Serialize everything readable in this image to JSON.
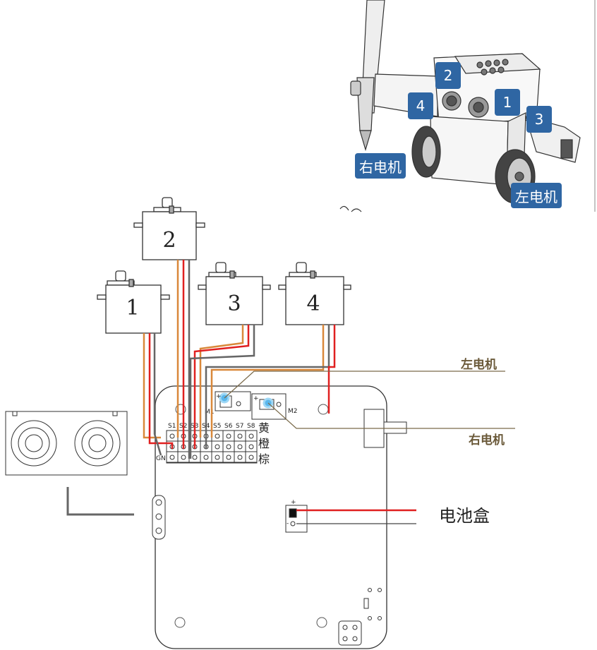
{
  "robot_view": {
    "badges": [
      "1",
      "2",
      "3",
      "4"
    ],
    "right_motor": "右电机",
    "left_motor": "左电机"
  },
  "servos": [
    "1",
    "2",
    "3",
    "4"
  ],
  "board": {
    "signal_pins": [
      "S1",
      "S2",
      "S3",
      "S4",
      "S5",
      "S6",
      "S7",
      "S8"
    ],
    "motor_ports": [
      "M1",
      "M2"
    ],
    "gnd_label": "GND",
    "plus": "+",
    "minus": "-",
    "wire_colors": [
      "黄",
      "橙",
      "棕"
    ]
  },
  "callouts": {
    "left_motor": "左电机",
    "right_motor": "右电机",
    "battery": "电池盒"
  },
  "colors": {
    "badge": "#2f66a3",
    "signal_wire": "#d9883a",
    "power_wire": "#e02020",
    "ground_wire": "#666666",
    "callout_line": "#7a6a4a"
  }
}
